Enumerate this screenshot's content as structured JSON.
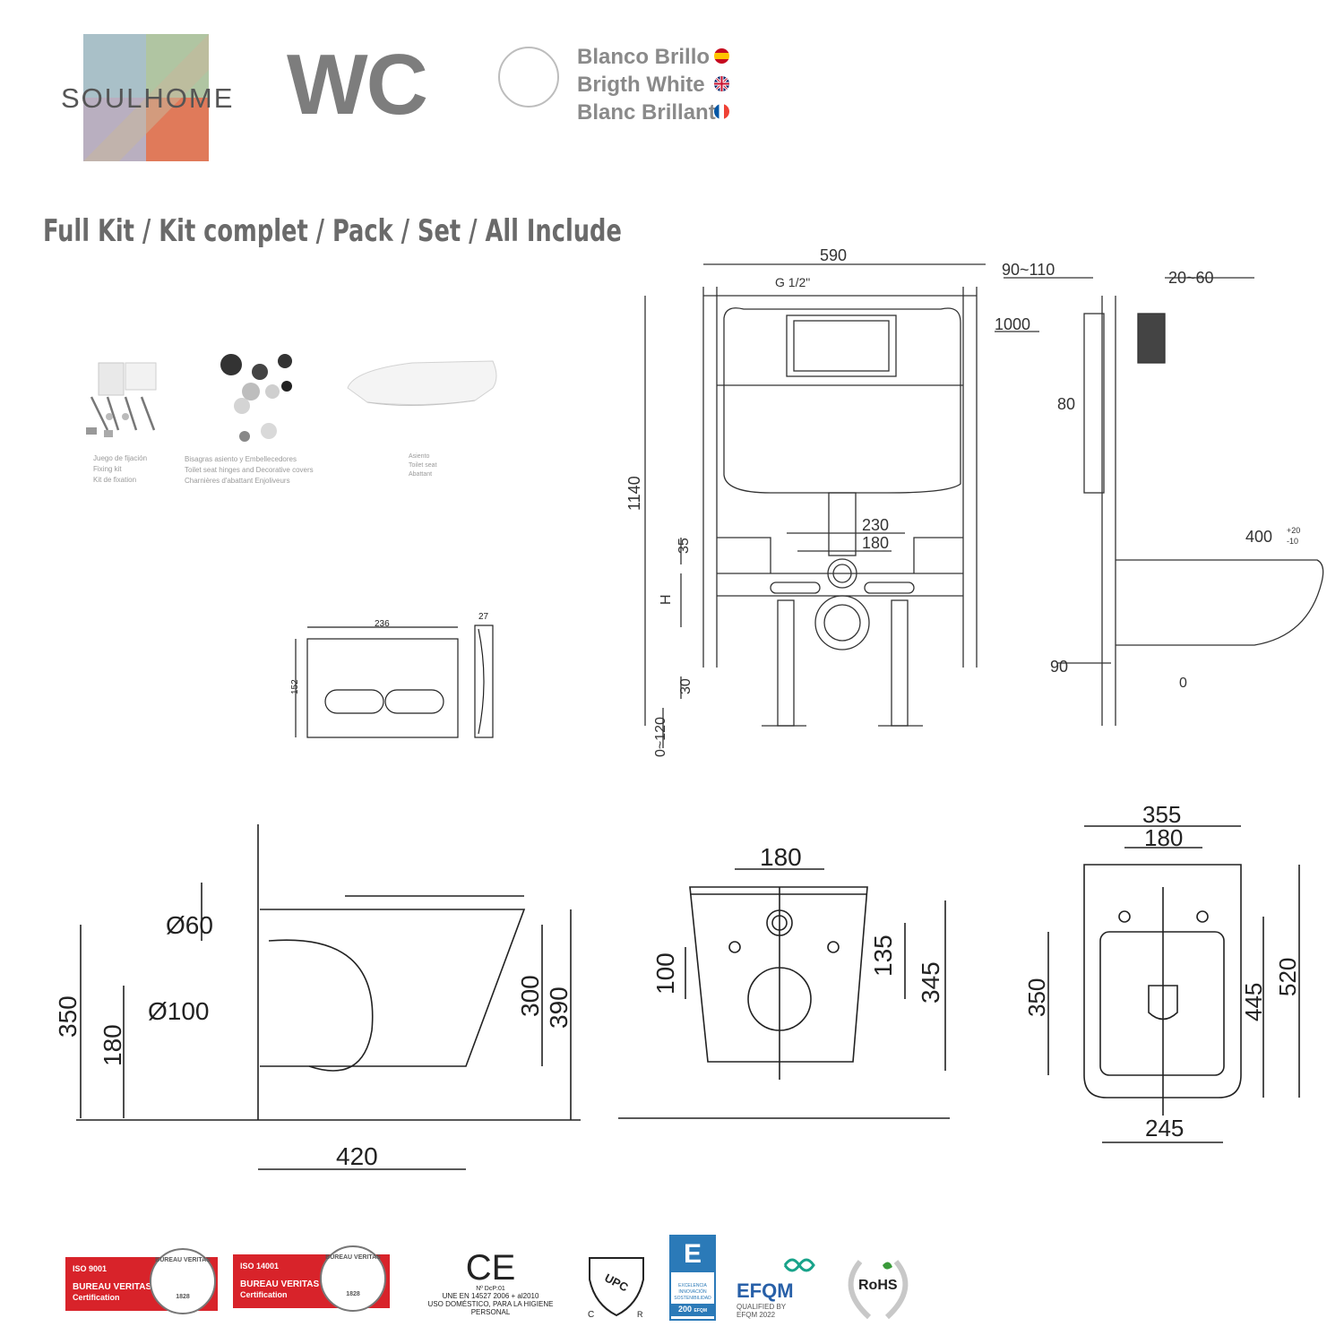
{
  "brand": {
    "name": "SOULHOME",
    "colors": [
      "#a9c0c8",
      "#b0c5a2",
      "#b9afc0",
      "#e07a5a",
      "#c9b79a"
    ]
  },
  "product": {
    "title": "WC"
  },
  "finish": {
    "swatch_color": "#ffffff",
    "names": [
      {
        "label": "Blanco Brillo",
        "flag": "es"
      },
      {
        "label": "Brigth White",
        "flag": "uk"
      },
      {
        "label": "Blanc Brillant",
        "flag": "fr"
      }
    ]
  },
  "kit": {
    "heading": "Full Kit / Kit complet / Pack / Set / All Include"
  },
  "components": [
    {
      "lines": [
        "Juego de fijación",
        "Fixing kit",
        "Kit de fixation"
      ]
    },
    {
      "lines": [
        "Bisagras asiento y Embellecedores",
        "Toilet seat hinges and Decorative covers",
        "Charnières d'abattant Enjoliveurs"
      ]
    },
    {
      "lines": [
        "Asiento",
        "Toilet seat",
        "Abattant"
      ]
    }
  ],
  "flush_plate": {
    "width": "236",
    "height": "152",
    "depth": "27"
  },
  "frame": {
    "width": "590",
    "pipe_depth": "90~110",
    "wall_range": "20~60",
    "inlet": "G 1/2\"",
    "height": "1140",
    "cistern_level": "1000",
    "d80": "80",
    "d230": "230",
    "d180": "180",
    "d35": "35",
    "dH": "H",
    "d30": "30",
    "d0_120": "0~120",
    "d90": "90",
    "seat_level": "400",
    "seat_tol_up": "+20",
    "seat_tol_down": "-10",
    "floor": "0"
  },
  "side_view": {
    "d60": "Ø60",
    "d100": "Ø100",
    "h350": "350",
    "h180": "180",
    "h300": "300",
    "h390": "390",
    "w420": "420"
  },
  "back_view": {
    "w180": "180",
    "h100": "100",
    "h135": "135",
    "h345": "345"
  },
  "top_view": {
    "w355": "355",
    "w180": "180",
    "h350": "350",
    "h445": "445",
    "h520": "520",
    "w245": "245"
  },
  "certifications": [
    {
      "name": "ISO 9001",
      "sub": "BUREAU VERITAS",
      "sub2": "Certification",
      "seal": "BUREAU VERITAS",
      "year": "1828"
    },
    {
      "name": "ISO 14001",
      "sub": "BUREAU VERITAS",
      "sub2": "Certification",
      "seal": "BUREAU VERITAS",
      "year": "1828"
    }
  ],
  "ce": {
    "mark": "CE",
    "line1": "Nº DcP:01",
    "line2": "UNE EN 14527 2006 + al2010",
    "line3": "USO DOMÉSTICO, PARA LA HIGIENE PERSONAL"
  },
  "upc": {
    "mark": "UPC",
    "c": "C",
    "r": "R"
  },
  "excellence": {
    "letter": "E",
    "lines": [
      "EXCELENCIA",
      "INNOVACIÓN",
      "SOSTENIBILIDAD"
    ],
    "score": "200",
    "unit": "EFQM"
  },
  "efqm": {
    "name": "EFQM",
    "line1": "QUALIFIED BY",
    "line2": "EFQM 2022"
  },
  "rohs": {
    "name": "RoHS"
  }
}
